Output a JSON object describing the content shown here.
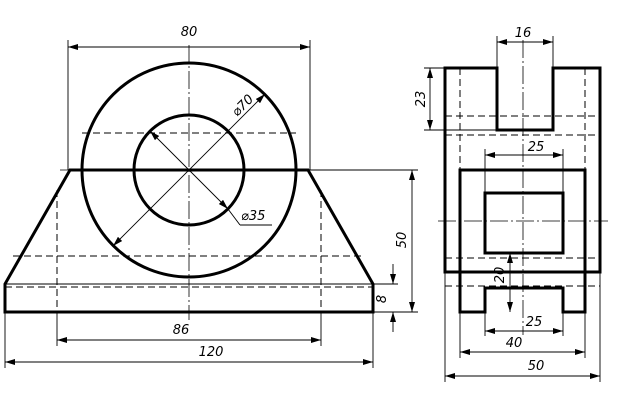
{
  "front_view": {
    "dim_top_width": "80",
    "dim_outer_diameter": "⌀70",
    "dim_inner_diameter": "⌀35",
    "dim_height": "50",
    "dim_base_height": "8",
    "dim_inner_width": "86",
    "dim_total_width": "120"
  },
  "side_view": {
    "dim_slot_width": "16",
    "dim_slot_depth": "23",
    "dim_window_width_top": "25",
    "dim_lower_height": "20",
    "dim_window_width_bottom": "25",
    "dim_body_width": "40",
    "dim_total_width": "50"
  }
}
